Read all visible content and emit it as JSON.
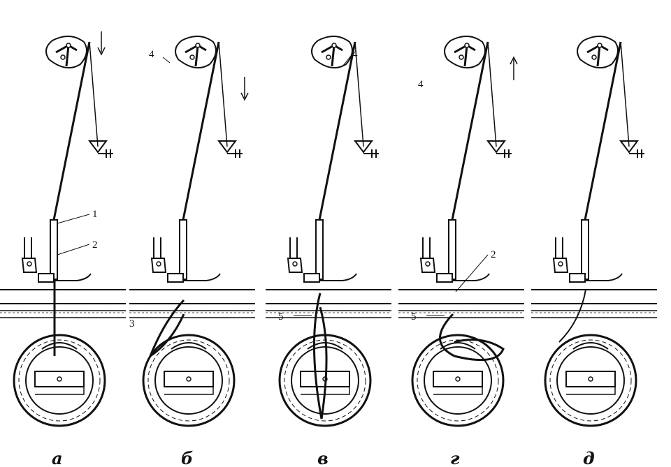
{
  "figure": {
    "panels": [
      {
        "letter": "а",
        "callouts": [
          "1",
          "2"
        ],
        "arrow": "down"
      },
      {
        "letter": "б",
        "callouts": [
          "4",
          "3"
        ],
        "arrow": "down"
      },
      {
        "letter": "в",
        "callouts": [
          "4",
          "5"
        ],
        "arrow": "none"
      },
      {
        "letter": "г",
        "callouts": [
          "4",
          "2",
          "5"
        ],
        "arrow": "up"
      },
      {
        "letter": "д",
        "callouts": [],
        "arrow": "none"
      }
    ]
  },
  "colors": {
    "ink": "#111111",
    "background": "#ffffff"
  }
}
